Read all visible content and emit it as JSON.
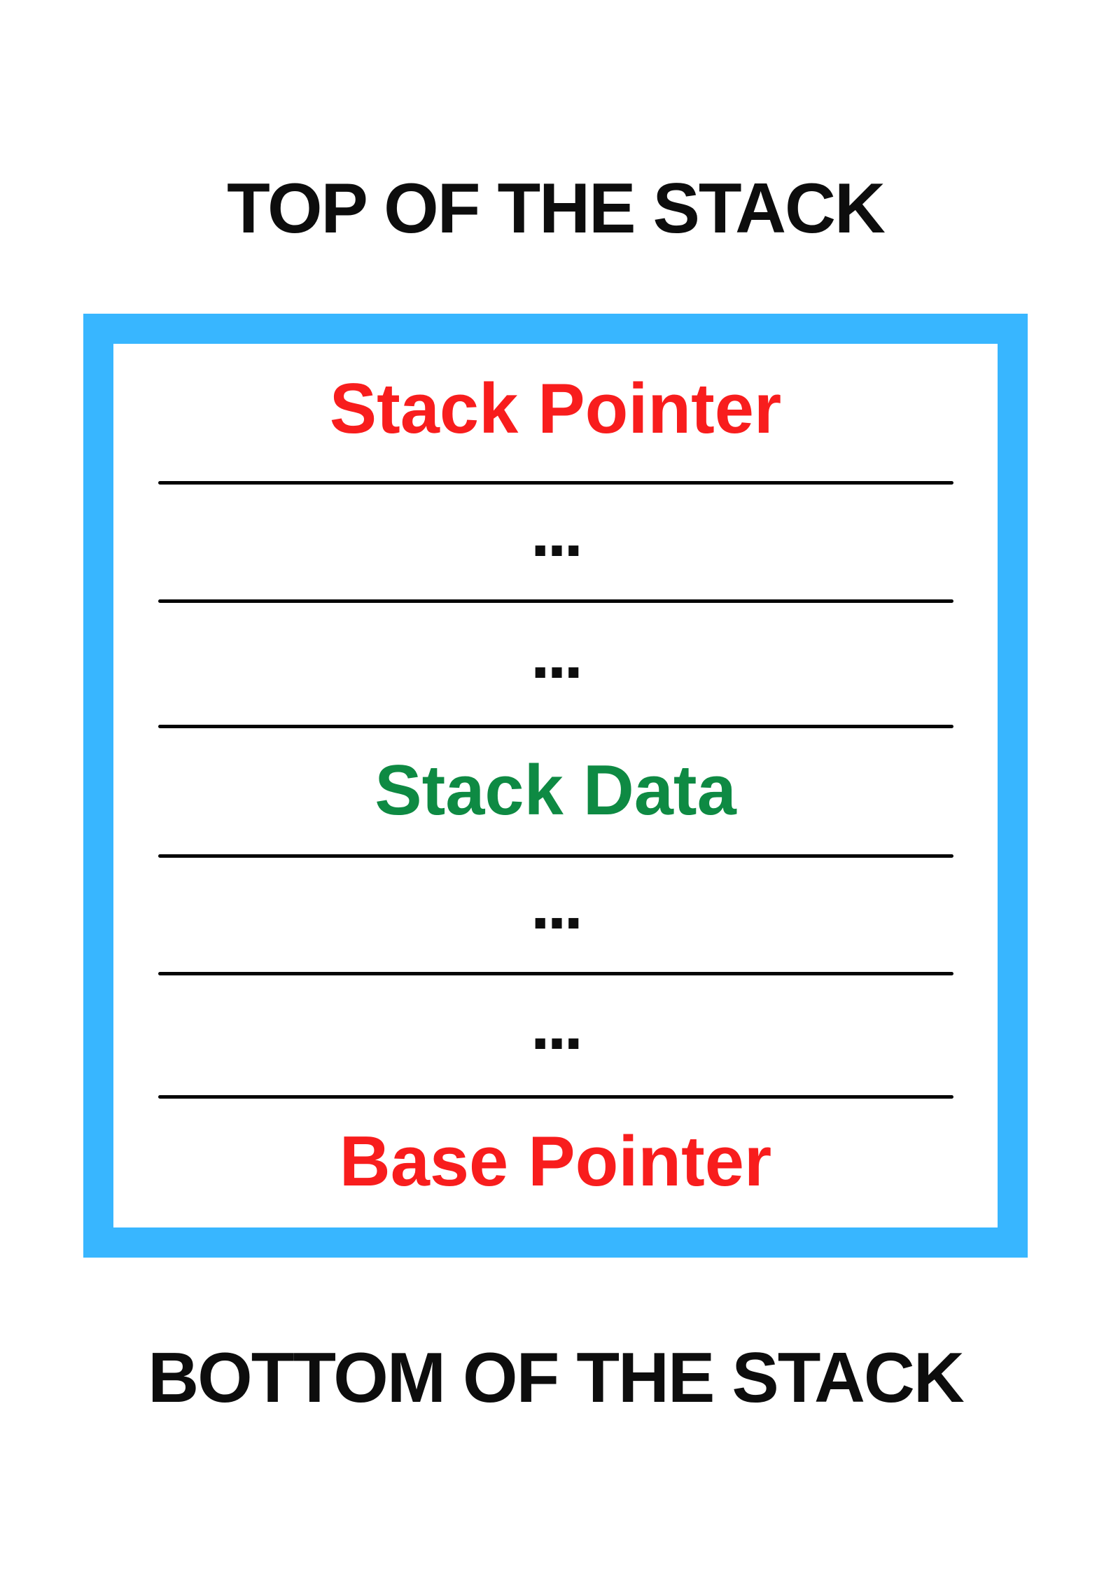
{
  "labels": {
    "top": "TOP OF THE STACK",
    "bottom": "BOTTOM OF THE STACK"
  },
  "stack": {
    "rows": [
      {
        "label": "Stack Pointer",
        "type": "pointer"
      },
      {
        "label": "...",
        "type": "ellipsis"
      },
      {
        "label": "...",
        "type": "ellipsis"
      },
      {
        "label": "Stack Data",
        "type": "data"
      },
      {
        "label": "...",
        "type": "ellipsis"
      },
      {
        "label": "...",
        "type": "ellipsis"
      },
      {
        "label": "Base Pointer",
        "type": "pointer"
      }
    ]
  },
  "colors": {
    "border_blue": "#38b6ff",
    "pointer_red": "#f81d1d",
    "data_green": "#0e8a43",
    "text_black": "#0d0d0d"
  }
}
